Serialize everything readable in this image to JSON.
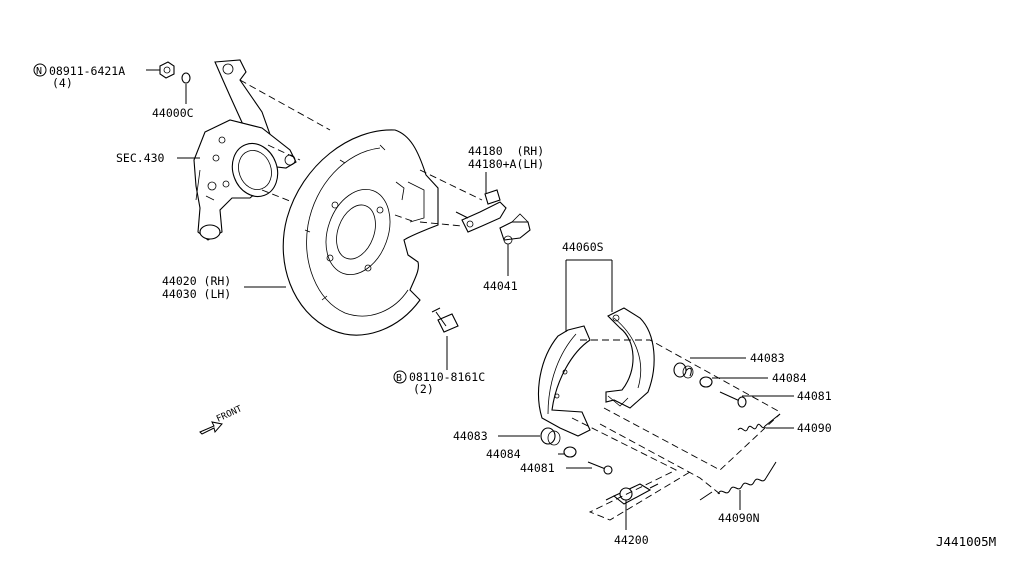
{
  "callouts": {
    "nut_symbol": "N",
    "nut_part": "08911-6421A",
    "nut_qty": "(4)",
    "washer": "44000C",
    "knuckle": "SEC.430",
    "backing_plate_rh": "44020 (RH)",
    "backing_plate_lh": "44030 (LH)",
    "bolt_symbol": "B",
    "bolt_part": "08110-8161C",
    "bolt_qty": "(2)",
    "lever_rh": "44180  (RH)",
    "lever_lh": "44180+A(LH)",
    "adjuster_clip": "44041",
    "shoe_set": "44060S",
    "spring_upper": "44083",
    "retainer_upper": "44084",
    "pin_upper": "44081",
    "return_spring": "44090",
    "spring_lower": "44083",
    "retainer_lower": "44084",
    "pin_lower": "44081",
    "adjuster": "44200",
    "return_spring_n": "44090N",
    "front_label": "FRONT",
    "diagram_id": "J441005M"
  }
}
